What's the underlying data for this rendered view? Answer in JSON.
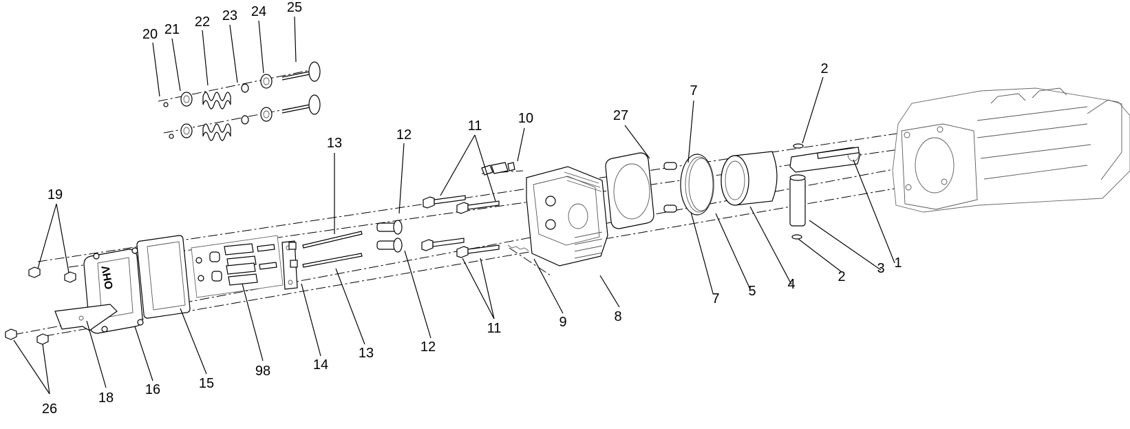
{
  "diagram": {
    "callouts": [
      {
        "key": "c20",
        "text": "20"
      },
      {
        "key": "c21",
        "text": "21"
      },
      {
        "key": "c22",
        "text": "22"
      },
      {
        "key": "c23",
        "text": "23"
      },
      {
        "key": "c24",
        "text": "24"
      },
      {
        "key": "c25",
        "text": "25"
      },
      {
        "key": "c13a",
        "text": "13"
      },
      {
        "key": "c12a",
        "text": "12"
      },
      {
        "key": "c11a",
        "text": "11"
      },
      {
        "key": "c10",
        "text": "10"
      },
      {
        "key": "c27",
        "text": "27"
      },
      {
        "key": "c7a",
        "text": "7"
      },
      {
        "key": "c2a",
        "text": "2"
      },
      {
        "key": "c19",
        "text": "19"
      },
      {
        "key": "c1",
        "text": "1"
      },
      {
        "key": "c3",
        "text": "3"
      },
      {
        "key": "c2b",
        "text": "2"
      },
      {
        "key": "c4",
        "text": "4"
      },
      {
        "key": "c5",
        "text": "5"
      },
      {
        "key": "c7b",
        "text": "7"
      },
      {
        "key": "c8",
        "text": "8"
      },
      {
        "key": "c9",
        "text": "9"
      },
      {
        "key": "c11b",
        "text": "11"
      },
      {
        "key": "c12b",
        "text": "12"
      },
      {
        "key": "c13b",
        "text": "13"
      },
      {
        "key": "c14",
        "text": "14"
      },
      {
        "key": "c98",
        "text": "98"
      },
      {
        "key": "c15",
        "text": "15"
      },
      {
        "key": "c16",
        "text": "16"
      },
      {
        "key": "c18",
        "text": "18"
      },
      {
        "key": "c26",
        "text": "26"
      }
    ],
    "valve_cover_marking": "OHV"
  }
}
